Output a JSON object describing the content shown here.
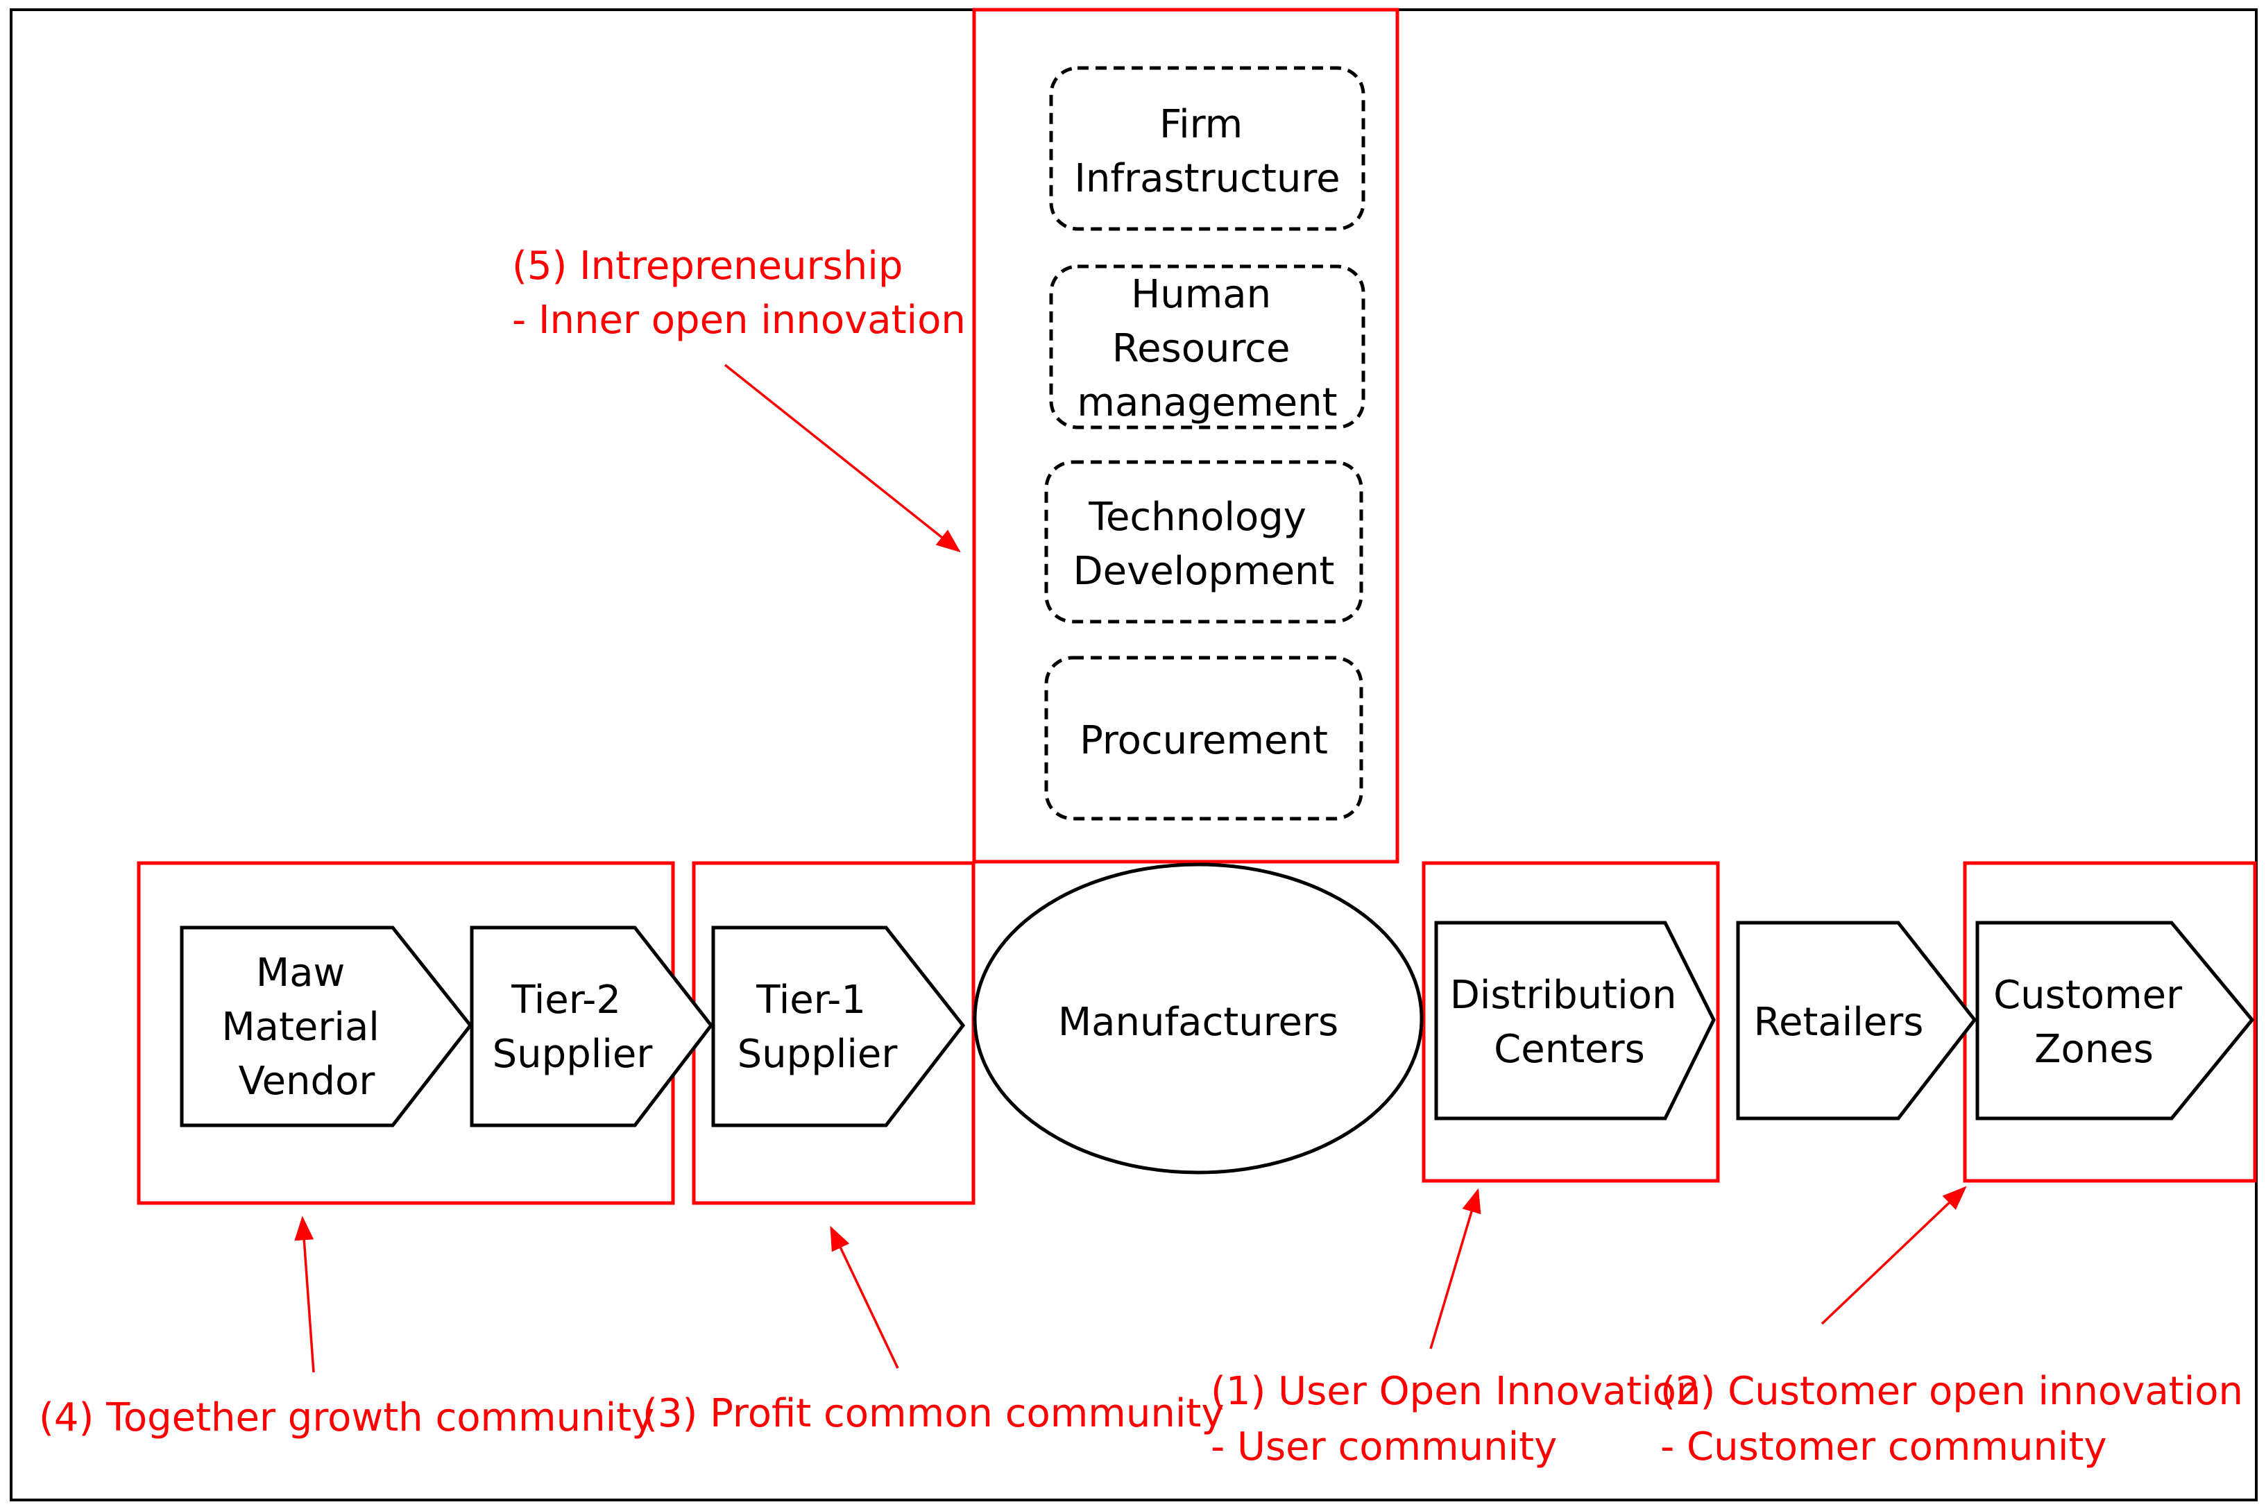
{
  "activities": {
    "firm_infrastructure": [
      "Firm",
      "Infrastructure"
    ],
    "human_resource": [
      "Human",
      "Resource",
      "management"
    ],
    "technology_development": [
      "Technology",
      "Development"
    ],
    "procurement": [
      "Procurement"
    ]
  },
  "chain": {
    "raw_material_vendor": [
      "Maw",
      "Material",
      "Vendor"
    ],
    "tier2_supplier": [
      "Tier-2",
      "Supplier"
    ],
    "tier1_supplier": [
      "Tier-1",
      "Supplier"
    ],
    "manufacturers": [
      "Manufacturers"
    ],
    "distribution_centers": [
      "Distribution",
      "Centers"
    ],
    "retailers": [
      "Retailers"
    ],
    "customer_zones": [
      "Customer",
      "Zones"
    ]
  },
  "annotations": {
    "intrepreneurship": [
      "(5) Intrepreneurship",
      "- Inner open innovation"
    ],
    "together_growth": [
      "(4) Together growth community"
    ],
    "profit_common": [
      "(3) Profit common community"
    ],
    "user_open_innovation": [
      "(1) User Open Innovation",
      "- User community"
    ],
    "customer_open_innovation": [
      "(2) Customer open innovation",
      "- Customer community"
    ]
  },
  "colors": {
    "annotation": "#ff0000",
    "outline": "#000000",
    "background": "#ffffff"
  }
}
